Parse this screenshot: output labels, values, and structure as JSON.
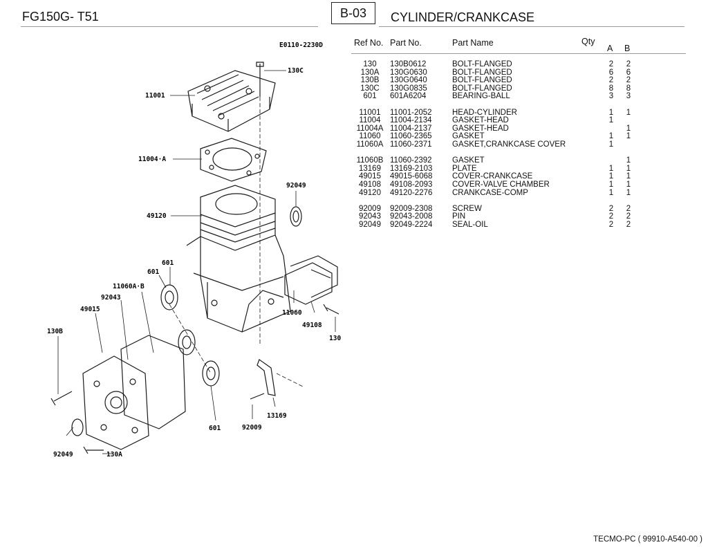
{
  "header": {
    "model": "FG150G- T51",
    "section_code": "B-03",
    "title": "CYLINDER/CRANKCASE"
  },
  "diagram": {
    "drawing_number": "E0110-2230D",
    "callouts": [
      "130C",
      "11001",
      "11004·A",
      "92049",
      "49120",
      "601",
      "601",
      "11060A·B",
      "92043",
      "49015",
      "130B",
      "11060",
      "49108",
      "130",
      "13169",
      "92009",
      "601",
      "92049",
      "130A"
    ]
  },
  "table": {
    "headers": {
      "ref": "Ref No.",
      "part_no": "Part No.",
      "name": "Part Name",
      "qty": "Qty",
      "a": "A",
      "b": "B"
    },
    "rows": [
      {
        "ref": "130",
        "part_no": "130B0612",
        "name": "BOLT-FLANGED",
        "a": "2",
        "b": "2"
      },
      {
        "ref": "130A",
        "part_no": "130G0630",
        "name": "BOLT-FLANGED",
        "a": "6",
        "b": "6"
      },
      {
        "ref": "130B",
        "part_no": "130G0640",
        "name": "BOLT-FLANGED",
        "a": "2",
        "b": "2"
      },
      {
        "ref": "130C",
        "part_no": "130G0835",
        "name": "BOLT-FLANGED",
        "a": "8",
        "b": "8"
      },
      {
        "ref": "601",
        "part_no": "601A6204",
        "name": "BEARING-BALL",
        "a": "3",
        "b": "3"
      },
      {
        "ref": "11001",
        "part_no": "11001-2052",
        "name": "HEAD-CYLINDER",
        "a": "1",
        "b": "1"
      },
      {
        "ref": "11004",
        "part_no": "11004-2134",
        "name": "GASKET-HEAD",
        "a": "1",
        "b": ""
      },
      {
        "ref": "11004A",
        "part_no": "11004-2137",
        "name": "GASKET-HEAD",
        "a": "",
        "b": "1"
      },
      {
        "ref": "11060",
        "part_no": "11060-2365",
        "name": "GASKET",
        "a": "1",
        "b": "1"
      },
      {
        "ref": "11060A",
        "part_no": "11060-2371",
        "name": "GASKET,CRANKCASE COVER",
        "a": "1",
        "b": ""
      },
      {
        "ref": "11060B",
        "part_no": "11060-2392",
        "name": "GASKET",
        "a": "",
        "b": "1"
      },
      {
        "ref": "13169",
        "part_no": "13169-2103",
        "name": "PLATE",
        "a": "1",
        "b": "1"
      },
      {
        "ref": "49015",
        "part_no": "49015-6068",
        "name": "COVER-CRANKCASE",
        "a": "1",
        "b": "1"
      },
      {
        "ref": "49108",
        "part_no": "49108-2093",
        "name": "COVER-VALVE CHAMBER",
        "a": "1",
        "b": "1"
      },
      {
        "ref": "49120",
        "part_no": "49120-2276",
        "name": "CRANKCASE-COMP",
        "a": "1",
        "b": "1"
      },
      {
        "ref": "92009",
        "part_no": "92009-2308",
        "name": "SCREW",
        "a": "2",
        "b": "2"
      },
      {
        "ref": "92043",
        "part_no": "92043-2008",
        "name": "PIN",
        "a": "2",
        "b": "2"
      },
      {
        "ref": "92049",
        "part_no": "92049-2224",
        "name": "SEAL-OIL",
        "a": "2",
        "b": "2"
      }
    ]
  },
  "footer": {
    "text": "TECMO-PC  ( 99910-A540-00 )"
  }
}
